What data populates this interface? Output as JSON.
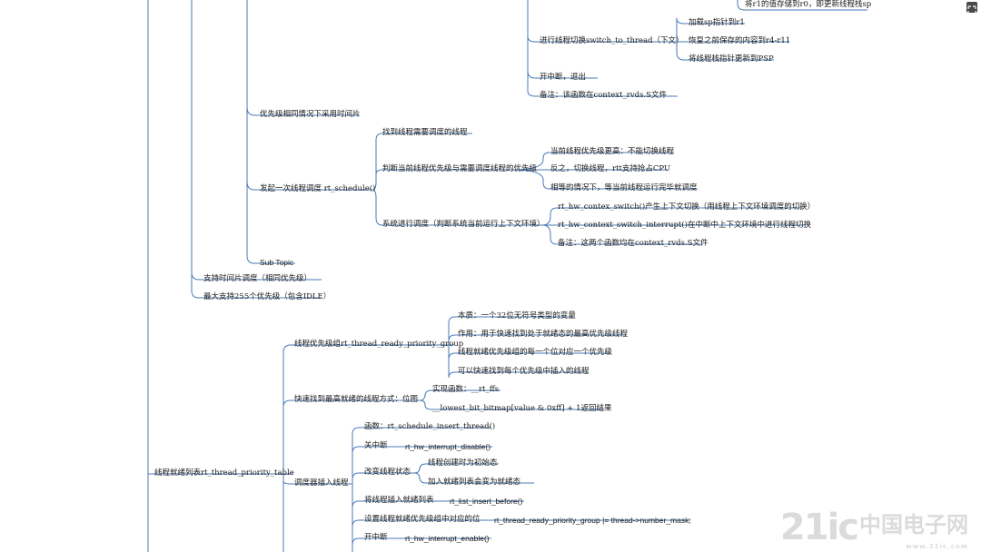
{
  "nodes": {
    "n_r1": "将r1的值存储到r0，即更新线程栈sp",
    "n_switch": "进行线程切换switch_to_thread（下文）",
    "n_load_sp": "加载sp指针到r1",
    "n_restore": "恢复之前保存的内容到r4-r11",
    "n_update_psp": "将线程栈指针更新到PSP",
    "n_enable_exit": "开中断，退出",
    "n_note1": "备注：该函数在context_rvds.S文件",
    "n_timeslice": "优先级相同情况下采用时间片",
    "n_schedule": "发起一次线程调度 rt_schedule()",
    "n_find": "找到线程需要调度的线程",
    "n_compare": "判断当前线程优先级与需要调度线程的优先级",
    "n_higher": "当前线程优先级更高：不能切换线程",
    "n_else": "反之，切换线程，rtt支持抢占CPU",
    "n_equal": "相等的情况下，等当前线程运行完毕就调度",
    "n_sysctx": "系统进行调度（判断系统当前运行上下文环境）",
    "n_ctx1": "rt_hw_contex_switch()产生上下文切换（用线程上下文环境调度的切换）",
    "n_ctx2": "rt_hw_context_switch_interrupt()在中断中上下文环境中进行线程切换",
    "n_note2": "备注：这两个函数均在context_rvds.S文件",
    "n_subtopic": "Sub Topic",
    "n_support_ts": "支持时间片调度（相同优先级）",
    "n_max255": "最大支持255个优先级（包含IDLE）",
    "n_group": "线程优先级组rt_thread_ready_priority_group",
    "n_g1": "本质：一个32位无符号类型的变量",
    "n_g2": "作用：用于快速找到处于就绪态的最高优先级线程",
    "n_g3": "线程就绪优先级组的每一个位对应一个优先级",
    "n_g4": "可以快速找到每个优先级中插入的线程",
    "n_fast": "快速找到最高就绪的线程方式：位图",
    "n_ffs": "实现函数：__rt_ffs",
    "n_bitmap": "__lowest_bit_bitmap[value & 0xff] + 1返回结果",
    "n_table": "线程就绪列表rt_thread_priority_table",
    "n_insert": "调度器插入线程",
    "n_i_func": "函数：rt_schedule_insert_thread()",
    "n_i_disable": "关中断",
    "n_i_disable_fn": "rt_hw_interrupt_disable()",
    "n_i_state": "改变线程状态",
    "n_i_s1": "线程创建时为初始态",
    "n_i_s2": "加入就绪列表会变为就绪态",
    "n_i_list": "将线程插入就绪列表",
    "n_i_list_fn": "rt_list_insert_before()",
    "n_i_setbit": "设置线程就绪优先级组中对应的位",
    "n_i_setbit_fn": "rt_thread_ready_priority_group |= thread->number_mask;",
    "n_i_enable": "开中断",
    "n_i_enable_fn": "rt_hw_interrupt_enable()"
  },
  "watermark": {
    "brand": "21ic",
    "cn": "中国电子网",
    "sub": "www.21ic.com"
  },
  "colors": {
    "connector": "#4a7ab8",
    "text": "#1c1c1c"
  }
}
